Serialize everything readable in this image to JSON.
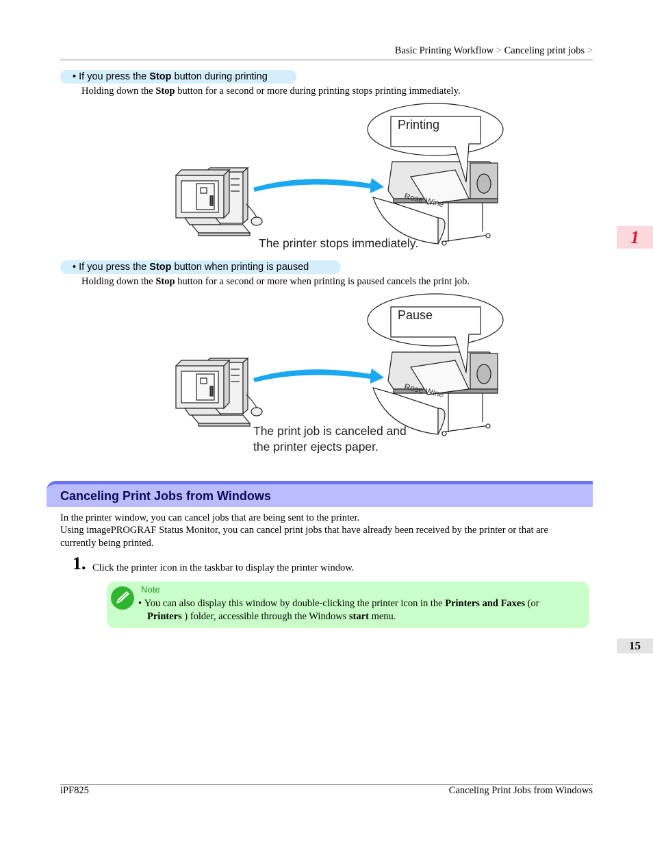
{
  "header": {
    "breadcrumb_1": "Basic Printing Workflow",
    "breadcrumb_sep": ">",
    "breadcrumb_2": "Canceling print jobs",
    "breadcrumb_sep_end": ">"
  },
  "side_tabs": {
    "chapter": "1",
    "page": "15"
  },
  "section1": {
    "pill_pre": "If you press the ",
    "pill_bold": "Stop",
    "pill_post": " button during printing",
    "body_pre": "Holding down the ",
    "body_bold": "Stop",
    "body_post": " button for a second or more during printing stops printing immediately.",
    "bubble": "Printing",
    "paper_label": "Rose Wine",
    "caption": "The printer stops immediately."
  },
  "section2": {
    "pill_pre": "If you press the ",
    "pill_bold": "Stop",
    "pill_post": " button when printing is paused",
    "body_pre": "Holding down the ",
    "body_bold": "Stop",
    "body_post": " button for a second or more when printing is paused cancels the print job.",
    "bubble": "Pause",
    "paper_label": "Rose Wine",
    "caption_line1": "The print job is canceled and",
    "caption_line2": "the printer ejects paper."
  },
  "heading": "Canceling Print Jobs from Windows",
  "intro": {
    "line1": "In the printer window, you can cancel jobs that are being sent to the printer.",
    "line2": "Using imagePROGRAF Status Monitor, you can cancel print jobs that have already been received by the printer or that are",
    "line3": "currently being printed."
  },
  "step1": {
    "number": "1.",
    "text": "Click the printer icon in the taskbar to display the printer window."
  },
  "note": {
    "label": "Note",
    "bullet": "•",
    "text_1": "You can also display this window by double-clicking the printer icon in the ",
    "bold_1": "Printers and Faxes",
    "text_2": " (or ",
    "bold_2": "Printers",
    "text_3": " ) folder, accessible through the Windows ",
    "bold_3": "start",
    "text_4": " menu."
  },
  "footer": {
    "left": "iPF825",
    "right": "Canceling Print Jobs from Windows"
  },
  "colors": {
    "pill_bg": "#d4eefc",
    "heading_bg": "#b9bcff",
    "heading_bar": "#6b72f0",
    "note_bg": "#c9ffc9",
    "arrow": "#1aa8f0",
    "chapter_tab_text": "#e0152e"
  }
}
